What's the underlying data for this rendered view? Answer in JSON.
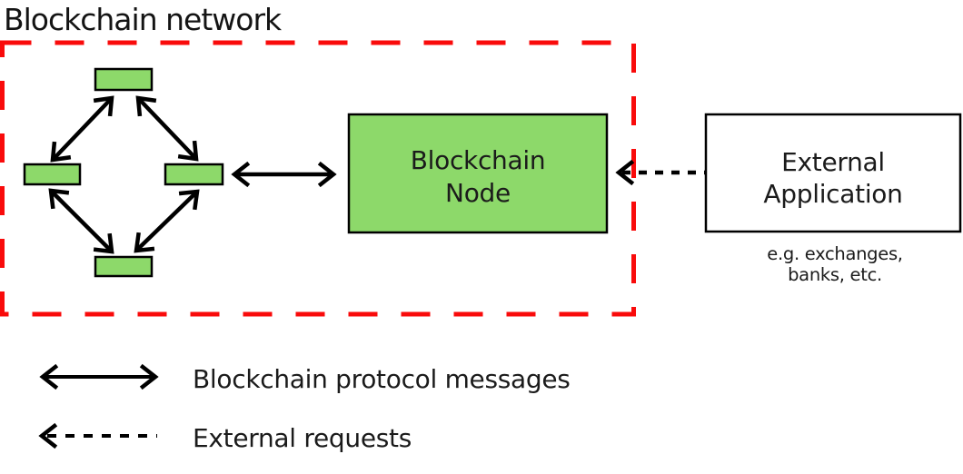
{
  "title": "Blockchain network",
  "colors": {
    "node_green": "#8dd96a",
    "boundary_red": "#f90b0b",
    "stroke_black": "#000000",
    "text_dark": "#1b1b1b"
  },
  "network": {
    "node_label_line1": "Blockchain",
    "node_label_line2": "Node"
  },
  "external": {
    "label_line1": "External",
    "label_line2": "Application",
    "caption_line1": "e.g. exchanges,",
    "caption_line2": "banks, etc."
  },
  "legend": [
    {
      "style": "solid-double-arrow",
      "label": "Blockchain protocol messages"
    },
    {
      "style": "dashed-left-arrow",
      "label": "External requests"
    }
  ]
}
